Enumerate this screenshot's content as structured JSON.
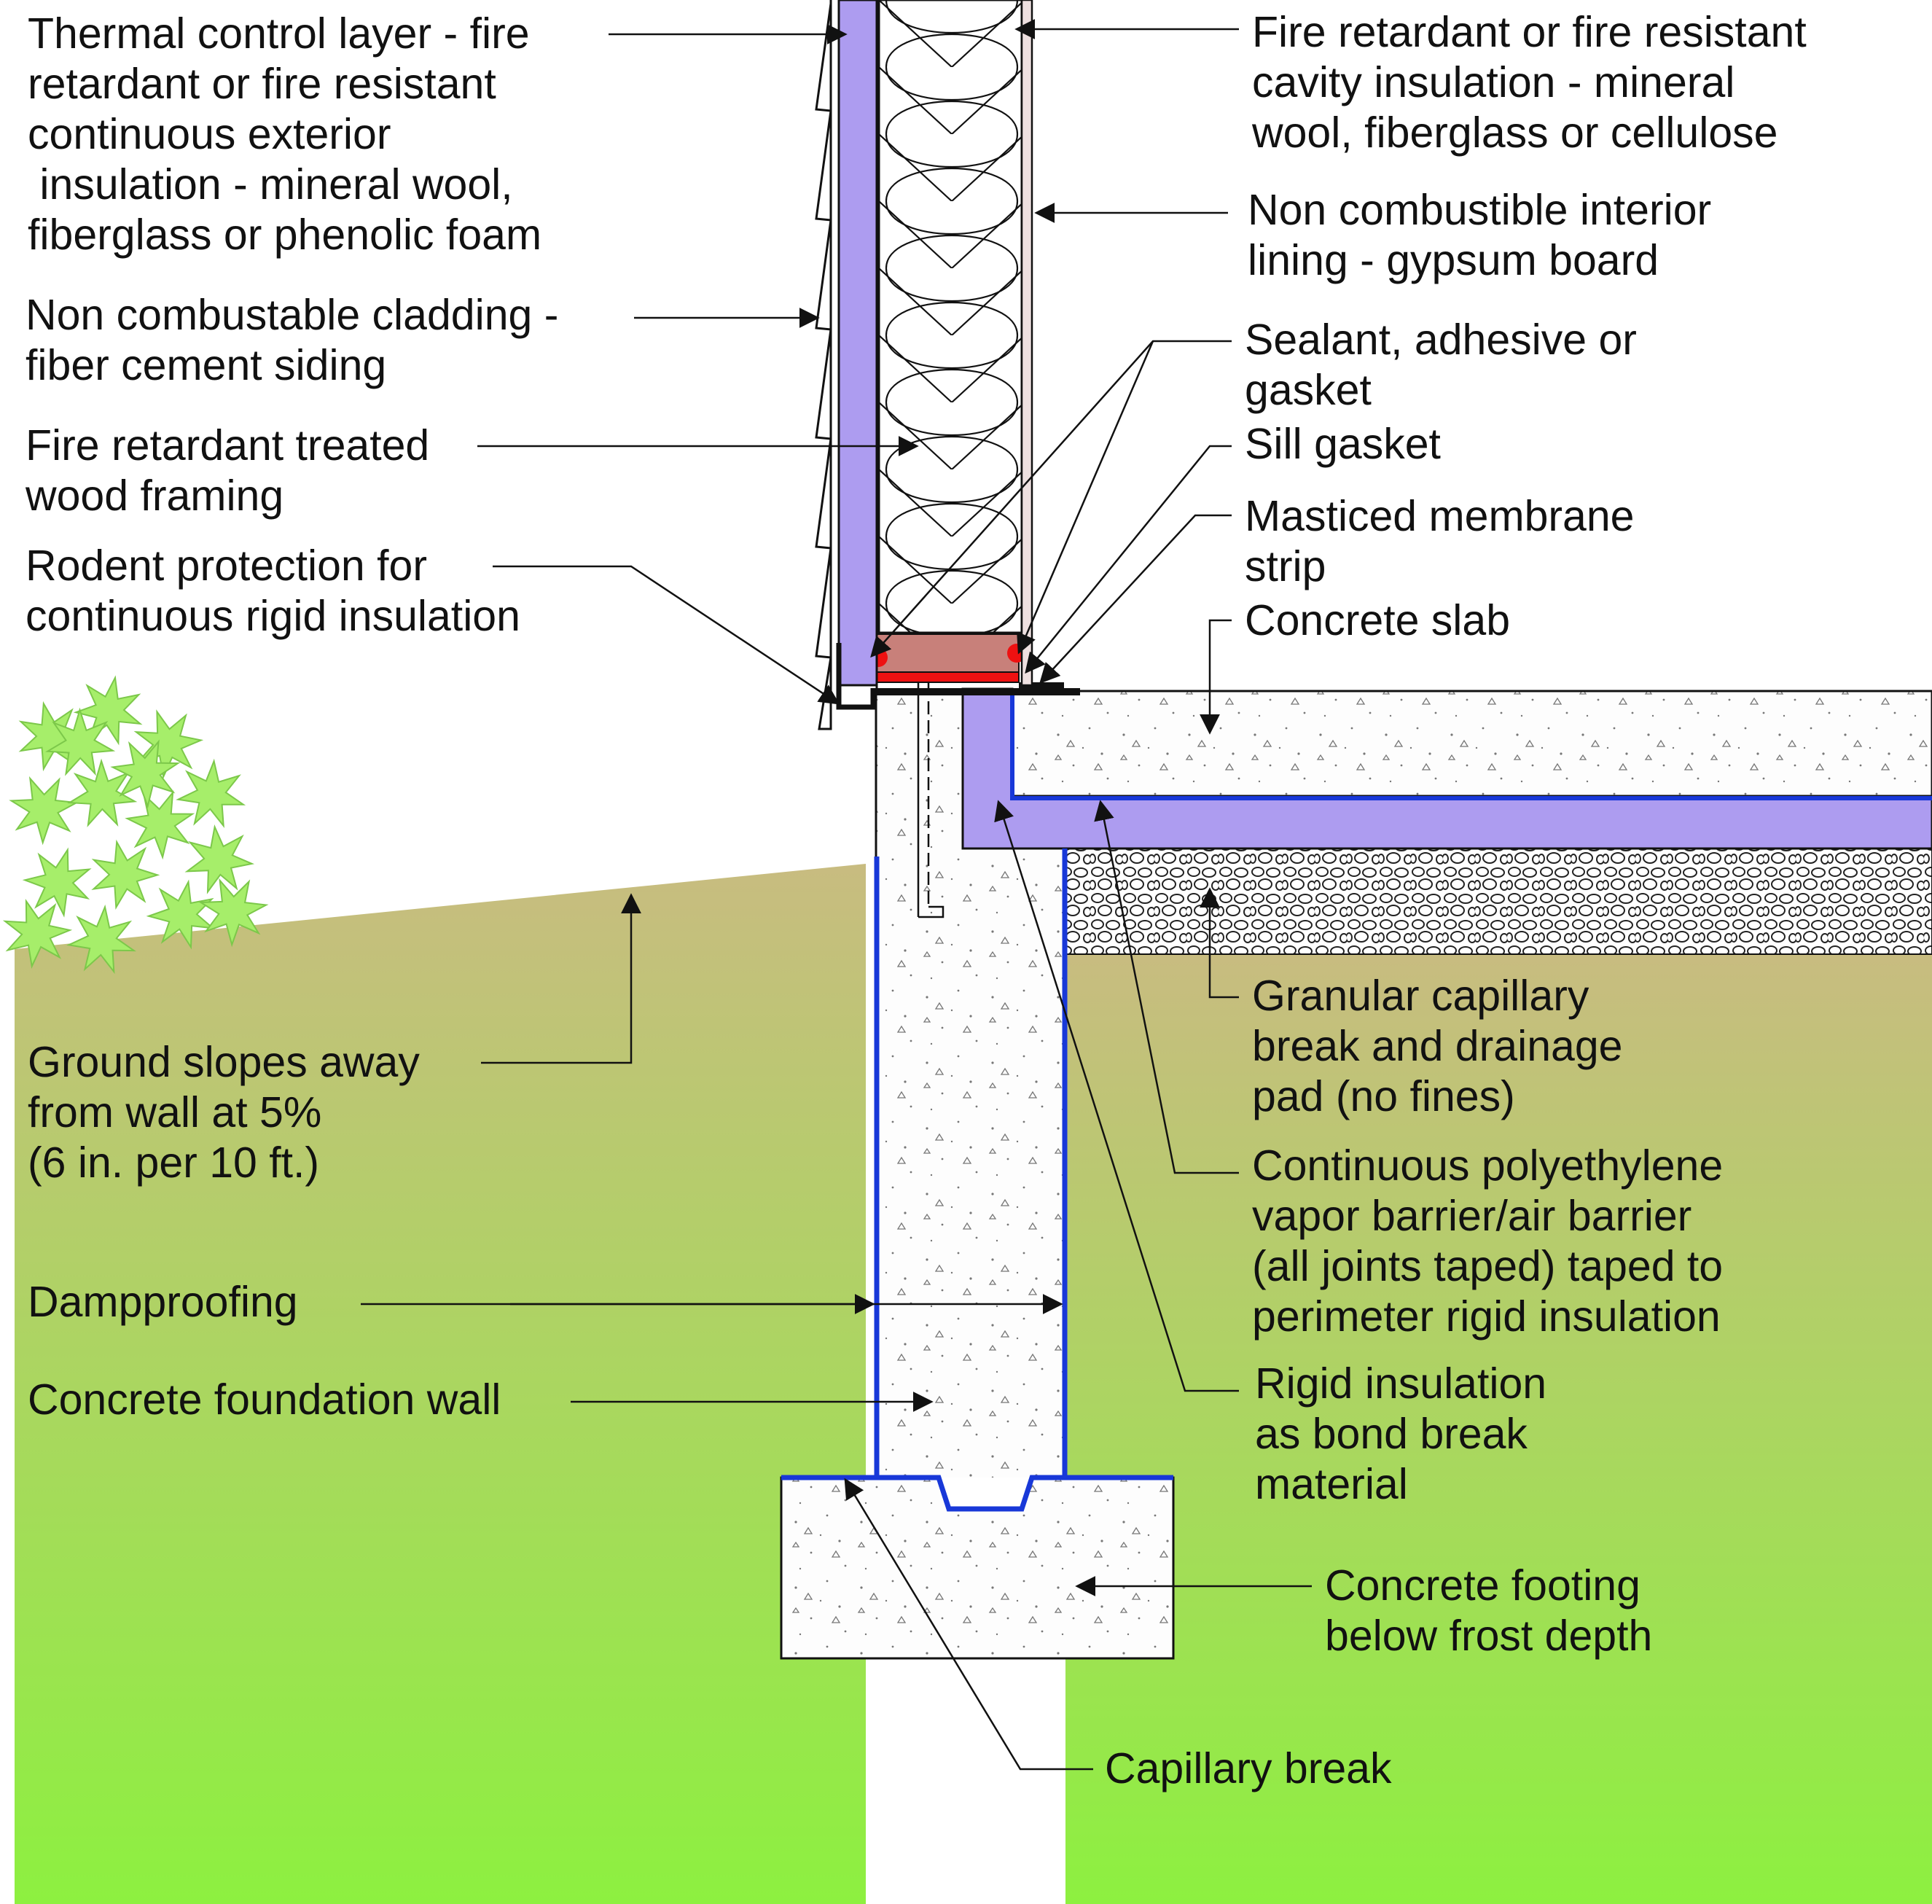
{
  "colors": {
    "insulation": "#ad9cf0",
    "membrane": "#1838d8",
    "concrete": "#fdfdfd",
    "soil_top": "#c8bc80",
    "soil_bottom": "#8df040",
    "sill_plate": "#c8807a",
    "sealant": "#ee1111",
    "shrub": "#a6ee6a"
  },
  "icons": {
    "shrub": "shrub-icon",
    "cavity_insulation": "batt-insulation-hatch",
    "gravel": "gravel-pattern",
    "anchor": "anchor-bolt-icon"
  },
  "labels": {
    "thermal_control": "Thermal control layer - fire\nretardant or fire resistant\ncontinuous exterior\n insulation - mineral wool,\nfiberglass or phenolic foam",
    "cladding": "Non combustable cladding -\nfiber cement siding",
    "framing": "Fire retardant treated\nwood framing",
    "rodent": "Rodent protection for\ncontinuous rigid insulation",
    "ground_slope": "Ground slopes away\nfrom wall at 5%\n(6 in. per 10 ft.)",
    "dampproofing": "Dampproofing",
    "foundation_wall": "Concrete foundation wall",
    "cavity_insulation": "Fire retardant or fire resistant\ncavity insulation - mineral\nwool, fiberglass or cellulose",
    "interior_lining": "Non combustible interior\nlining - gypsum board",
    "sealant": "Sealant, adhesive or\ngasket",
    "sill_gasket": "Sill gasket",
    "membrane_strip": "Masticed membrane\nstrip",
    "slab": "Concrete slab",
    "granular": "Granular capillary\nbreak and drainage\npad (no fines)",
    "vapor_barrier": "Continuous polyethylene\nvapor barrier/air barrier\n(all joints taped) taped to\nperimeter rigid insulation",
    "rigid_insulation": "Rigid insulation\nas bond break\nmaterial",
    "footing": "Concrete footing\nbelow frost depth",
    "capillary_break": "Capillary break"
  }
}
